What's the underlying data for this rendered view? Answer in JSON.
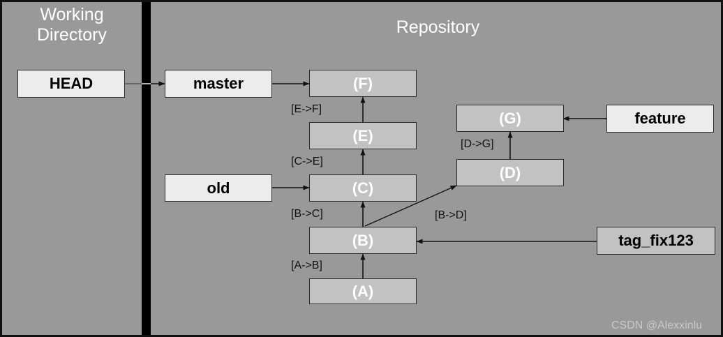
{
  "panes": {
    "working_directory": {
      "title": "Working\nDirectory"
    },
    "repository": {
      "title": "Repository"
    }
  },
  "refs": {
    "head": {
      "label": "HEAD"
    },
    "master": {
      "label": "master"
    },
    "old": {
      "label": "old"
    },
    "feature": {
      "label": "feature"
    },
    "tag_fix123": {
      "label": "tag_fix123"
    }
  },
  "commits": [
    {
      "id": "F",
      "label": "(F)"
    },
    {
      "id": "E",
      "label": "(E)"
    },
    {
      "id": "C",
      "label": "(C)"
    },
    {
      "id": "B",
      "label": "(B)"
    },
    {
      "id": "A",
      "label": "(A)"
    },
    {
      "id": "G",
      "label": "(G)"
    },
    {
      "id": "D",
      "label": "(D)"
    }
  ],
  "edge_labels": [
    {
      "id": "e-f",
      "text": "[E->F]"
    },
    {
      "id": "c-e",
      "text": "[C->E]"
    },
    {
      "id": "b-c",
      "text": "[B->C]"
    },
    {
      "id": "a-b",
      "text": "[A->B]"
    },
    {
      "id": "b-d",
      "text": "[B->D]"
    },
    {
      "id": "d-g",
      "text": "[D->G]"
    }
  ],
  "watermark": {
    "text": "CSDN @Alexxinlu"
  },
  "colors": {
    "background": "#999999",
    "commit_fill": "#c2c2c2",
    "ref_fill": "#ececec",
    "divider": "#000000",
    "stroke": "#2b2b2b",
    "commit_text": "#ffffff",
    "ref_text": "#000000",
    "title_text": "#ffffff",
    "watermark_text": "#c9c9c9"
  }
}
